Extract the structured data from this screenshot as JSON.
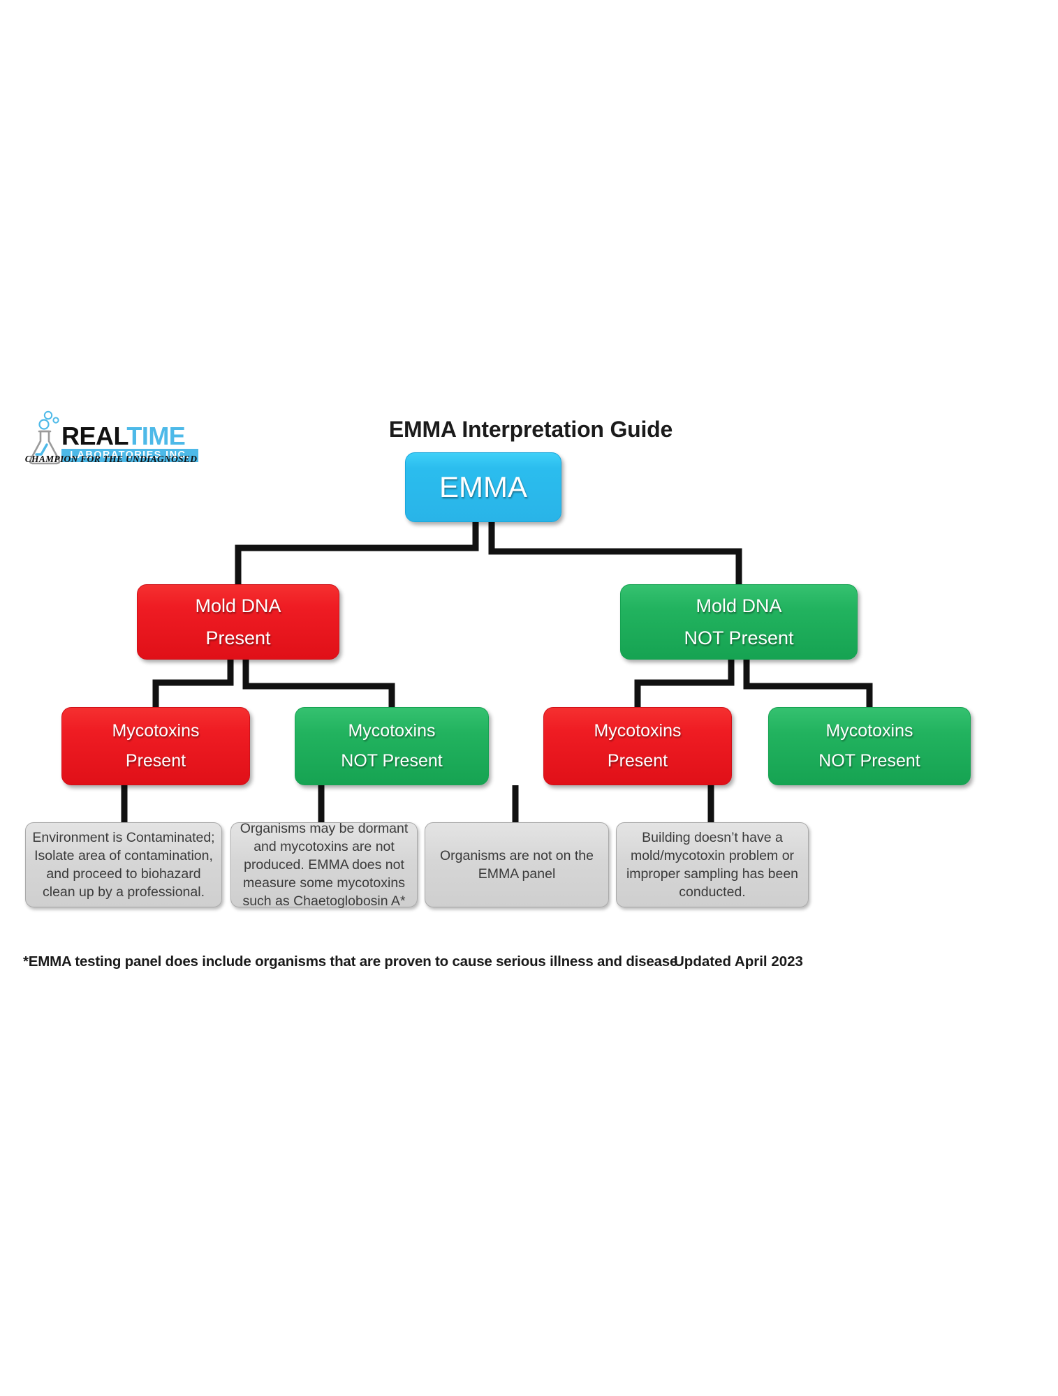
{
  "page": {
    "title": "EMMA Interpretation Guide",
    "background_color": "#ffffff"
  },
  "logo": {
    "brand_primary": "REAL",
    "brand_secondary": "TIME",
    "subtitle": "LABORATORIES INC.",
    "tagline": "CHAMPION FOR THE UNDIAGNOSED",
    "accent_color": "#4db9e8",
    "flask_icon": "flask-icon"
  },
  "colors": {
    "blue": "#29bdee",
    "red": "#ef1c23",
    "green": "#22b35f",
    "gray": "#d6d6d6",
    "connector": "#111111",
    "text_light": "#ffffff",
    "text_dark": "#3a3a3a"
  },
  "chart_data": {
    "type": "diagram",
    "title": "EMMA Interpretation Guide",
    "root": "EMMA",
    "nodes": [
      {
        "id": "emma",
        "label": "EMMA",
        "level": 0,
        "color": "#29bdee"
      },
      {
        "id": "mold-present",
        "lines": [
          "Mold DNA",
          "Present"
        ],
        "level": 1,
        "color": "#ef1c23"
      },
      {
        "id": "mold-not-present",
        "lines": [
          "Mold DNA",
          "NOT Present"
        ],
        "level": 1,
        "color": "#22b35f"
      },
      {
        "id": "myco-present-1",
        "lines": [
          "Mycotoxins",
          "Present"
        ],
        "level": 2,
        "color": "#ef1c23"
      },
      {
        "id": "myco-absent-1",
        "lines": [
          "Mycotoxins",
          "NOT Present"
        ],
        "level": 2,
        "color": "#22b35f"
      },
      {
        "id": "myco-present-2",
        "lines": [
          "Mycotoxins",
          "Present"
        ],
        "level": 2,
        "color": "#ef1c23"
      },
      {
        "id": "myco-absent-2",
        "lines": [
          "Mycotoxins",
          "NOT Present"
        ],
        "level": 2,
        "color": "#22b35f"
      }
    ],
    "outcomes": [
      {
        "id": "outcome-1",
        "parent": "myco-present-1",
        "text": "Environment is Contaminated; Isolate area of contamination, and  proceed to biohazard clean up by a professional."
      },
      {
        "id": "outcome-2",
        "parent": "myco-absent-1",
        "text": "Organisms may be dormant and mycotoxins are not produced. EMMA does not measure some mycotoxins such as Chaetoglobosin  A*"
      },
      {
        "id": "outcome-3",
        "parent": "myco-present-2",
        "text": "Organisms are not on the EMMA panel"
      },
      {
        "id": "outcome-4",
        "parent": "myco-absent-2",
        "text": "Building doesn’t have a mold/mycotoxin problem or improper sampling has been conducted."
      }
    ],
    "edges": [
      {
        "from": "emma",
        "to": "mold-present"
      },
      {
        "from": "emma",
        "to": "mold-not-present"
      },
      {
        "from": "mold-present",
        "to": "myco-present-1"
      },
      {
        "from": "mold-present",
        "to": "myco-absent-1"
      },
      {
        "from": "mold-not-present",
        "to": "myco-present-2"
      },
      {
        "from": "mold-not-present",
        "to": "myco-absent-2"
      },
      {
        "from": "myco-present-1",
        "to": "outcome-1"
      },
      {
        "from": "myco-absent-1",
        "to": "outcome-2"
      },
      {
        "from": "myco-present-2",
        "to": "outcome-3"
      },
      {
        "from": "myco-absent-2",
        "to": "outcome-4"
      }
    ]
  },
  "nodes": {
    "emma": {
      "label": "EMMA"
    },
    "mold_present": {
      "line1": "Mold DNA",
      "line2": "Present"
    },
    "mold_not_present": {
      "line1": "Mold DNA",
      "line2": "NOT Present"
    },
    "myco_present_1": {
      "line1": "Mycotoxins",
      "line2": "Present"
    },
    "myco_absent_1": {
      "line1": "Mycotoxins",
      "line2": "NOT Present"
    },
    "myco_present_2": {
      "line1": "Mycotoxins",
      "line2": "Present"
    },
    "myco_absent_2": {
      "line1": "Mycotoxins",
      "line2": "NOT Present"
    }
  },
  "outcomes": {
    "outcome_1": "Environment is Contaminated; Isolate area of contamination, and  proceed to biohazard clean up by a professional.",
    "outcome_2": "Organisms may be dormant and mycotoxins are not produced. EMMA does not measure some mycotoxins such as Chaetoglobosin  A*",
    "outcome_3": "Organisms are not on the EMMA panel",
    "outcome_4": "Building doesn’t have a mold/mycotoxin problem or improper sampling has been conducted."
  },
  "footer": {
    "footnote": "*EMMA testing panel does include organisms that are proven to cause serious illness and disease",
    "updated": "Updated April 2023"
  }
}
